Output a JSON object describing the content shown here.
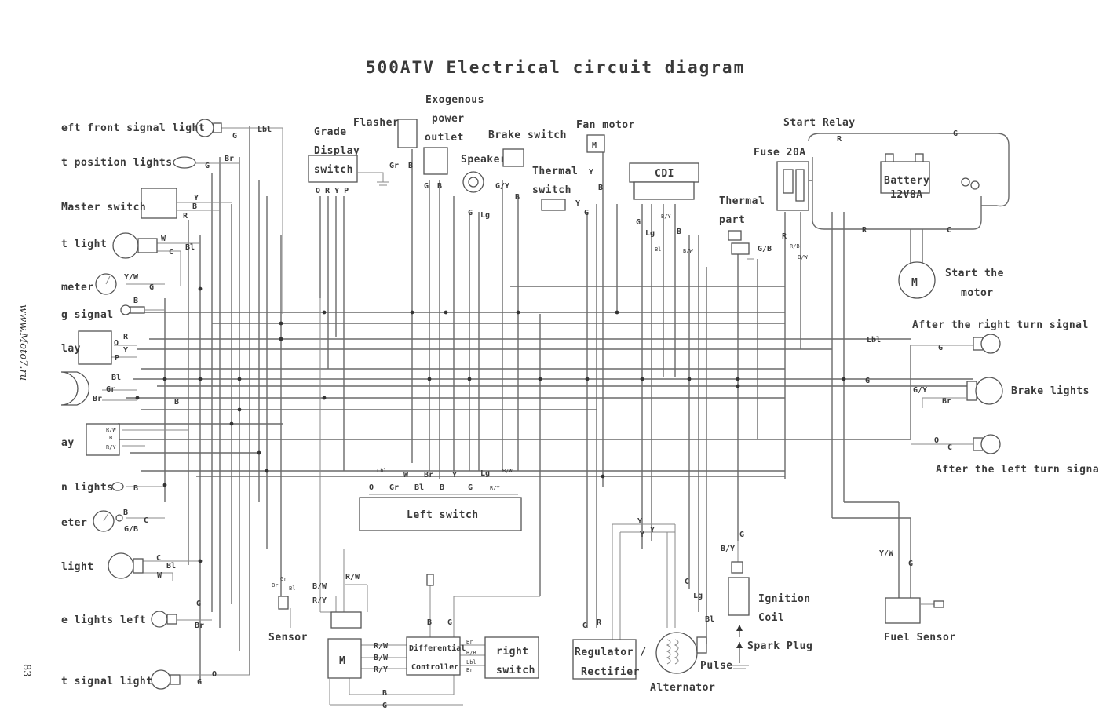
{
  "title": "500ATV Electrical circuit diagram",
  "watermark": "www.Moto7.ru",
  "page_number": "83",
  "labels": {
    "left_front_signal": "eft front signal light",
    "position_lights": "t position lights",
    "master_switch": "Master switch",
    "light": "t light",
    "meter": "meter",
    "signal": "g signal",
    "lay": "lay",
    "ay": "ay",
    "lights2": "n lights",
    "eter": "eter",
    "light2": "light",
    "lights_left": "e lights left",
    "signal_light": "t signal light",
    "grade_display_switch": [
      "Grade",
      "Display",
      "switch"
    ],
    "flasher": "Flasher",
    "exogenous_power_outlet": [
      "Exogenous",
      "power",
      "outlet"
    ],
    "speaker": "Speaker",
    "brake_switch": "Brake switch",
    "fan_motor": "Fan motor",
    "thermal_switch": [
      "Thermal",
      "switch"
    ],
    "cdi": "CDI",
    "thermal_part": [
      "Thermal",
      "part"
    ],
    "start_relay": "Start Relay",
    "fuse": "Fuse 20A",
    "battery": [
      "Battery",
      "12V8A"
    ],
    "start_motor": [
      "Start the",
      "motor"
    ],
    "right_turn_signal": "After the right turn signal",
    "brake_lights": "Brake lights",
    "left_turn_signal": "After the left turn signal",
    "left_switch": "Left switch",
    "sensor": "Sensor",
    "differential_controller": [
      "Differential",
      "Controller"
    ],
    "right_switch": [
      "right",
      "switch"
    ],
    "regulator_rectifier": [
      "Regulator /",
      "Rectifier"
    ],
    "alternator": "Alternator",
    "pulse": "Pulse",
    "ignition_coil": [
      "Ignition",
      "Coil"
    ],
    "spark_plug": "Spark Plug",
    "fuel_sensor": "Fuel Sensor",
    "motor_m": "M"
  },
  "codes": {
    "lbl": "Lbl",
    "g": "G",
    "br": "Br",
    "y": "Y",
    "b": "B",
    "r": "R",
    "w": "W",
    "c": "C",
    "bl": "Bl",
    "yw": "Y/W",
    "o": "O",
    "p": "P",
    "gr": "Gr",
    "gy": "G/Y",
    "lg": "Lg",
    "gb": "G/B",
    "rw": "R/W",
    "ry": "R/Y",
    "bw": "B/W",
    "by": "B/Y",
    "bry": "B/Y",
    "orys": "O R Y P",
    "rb": "R/B",
    "brw": "B/W",
    "lbl2": "Lbl"
  }
}
